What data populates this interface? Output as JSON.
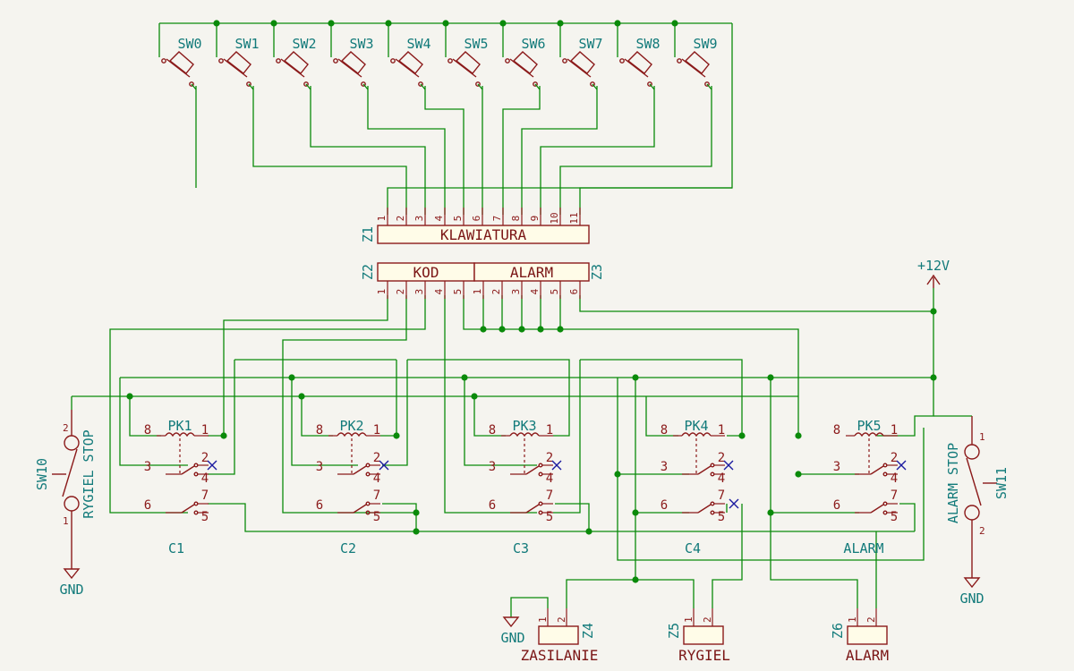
{
  "switch_labels": [
    "SW0",
    "SW1",
    "SW2",
    "SW3",
    "SW4",
    "SW5",
    "SW6",
    "SW7",
    "SW8",
    "SW9"
  ],
  "connectors": {
    "klawiatura": {
      "ref": "Z1",
      "name": "KLAWIATURA",
      "pins": [
        "1",
        "2",
        "3",
        "4",
        "5",
        "6",
        "7",
        "8",
        "9",
        "10",
        "11"
      ]
    },
    "kod": {
      "ref": "Z2",
      "name": "KOD",
      "pins": [
        "1",
        "2",
        "3",
        "4",
        "5"
      ]
    },
    "alarm": {
      "ref": "Z3",
      "name": "ALARM",
      "pins": [
        "1",
        "2",
        "3",
        "4",
        "5",
        "6"
      ]
    },
    "zasilanie": {
      "ref": "Z4",
      "name": "ZASILANIE",
      "pins": [
        "1",
        "2"
      ]
    },
    "rygiel": {
      "ref": "Z5",
      "name": "RYGIEL",
      "pins": [
        "1",
        "2"
      ]
    },
    "alarm_out": {
      "ref": "Z6",
      "name": "ALARM",
      "pins": [
        "1",
        "2"
      ]
    }
  },
  "relays": [
    {
      "ref": "PK1",
      "caption": "C1"
    },
    {
      "ref": "PK2",
      "caption": "C2"
    },
    {
      "ref": "PK3",
      "caption": "C3"
    },
    {
      "ref": "PK4",
      "caption": "C4"
    },
    {
      "ref": "PK5",
      "caption": "ALARM"
    }
  ],
  "relay_pins": {
    "p8": "8",
    "p1": "1",
    "p2": "2",
    "p3": "3",
    "p4": "4",
    "p6": "6",
    "p7": "7",
    "p5": "5"
  },
  "power": {
    "vcc": "+12V",
    "gnd_left": "GND",
    "gnd_right": "GND",
    "gnd_z4": "GND"
  },
  "sw10": {
    "ref": "SW10",
    "name": "RYGIEL STOP",
    "pin_top": "2",
    "pin_bottom": "1"
  },
  "sw11": {
    "ref": "SW11",
    "name": "ALARM STOP",
    "pin_top": "1",
    "pin_bottom": "2"
  }
}
